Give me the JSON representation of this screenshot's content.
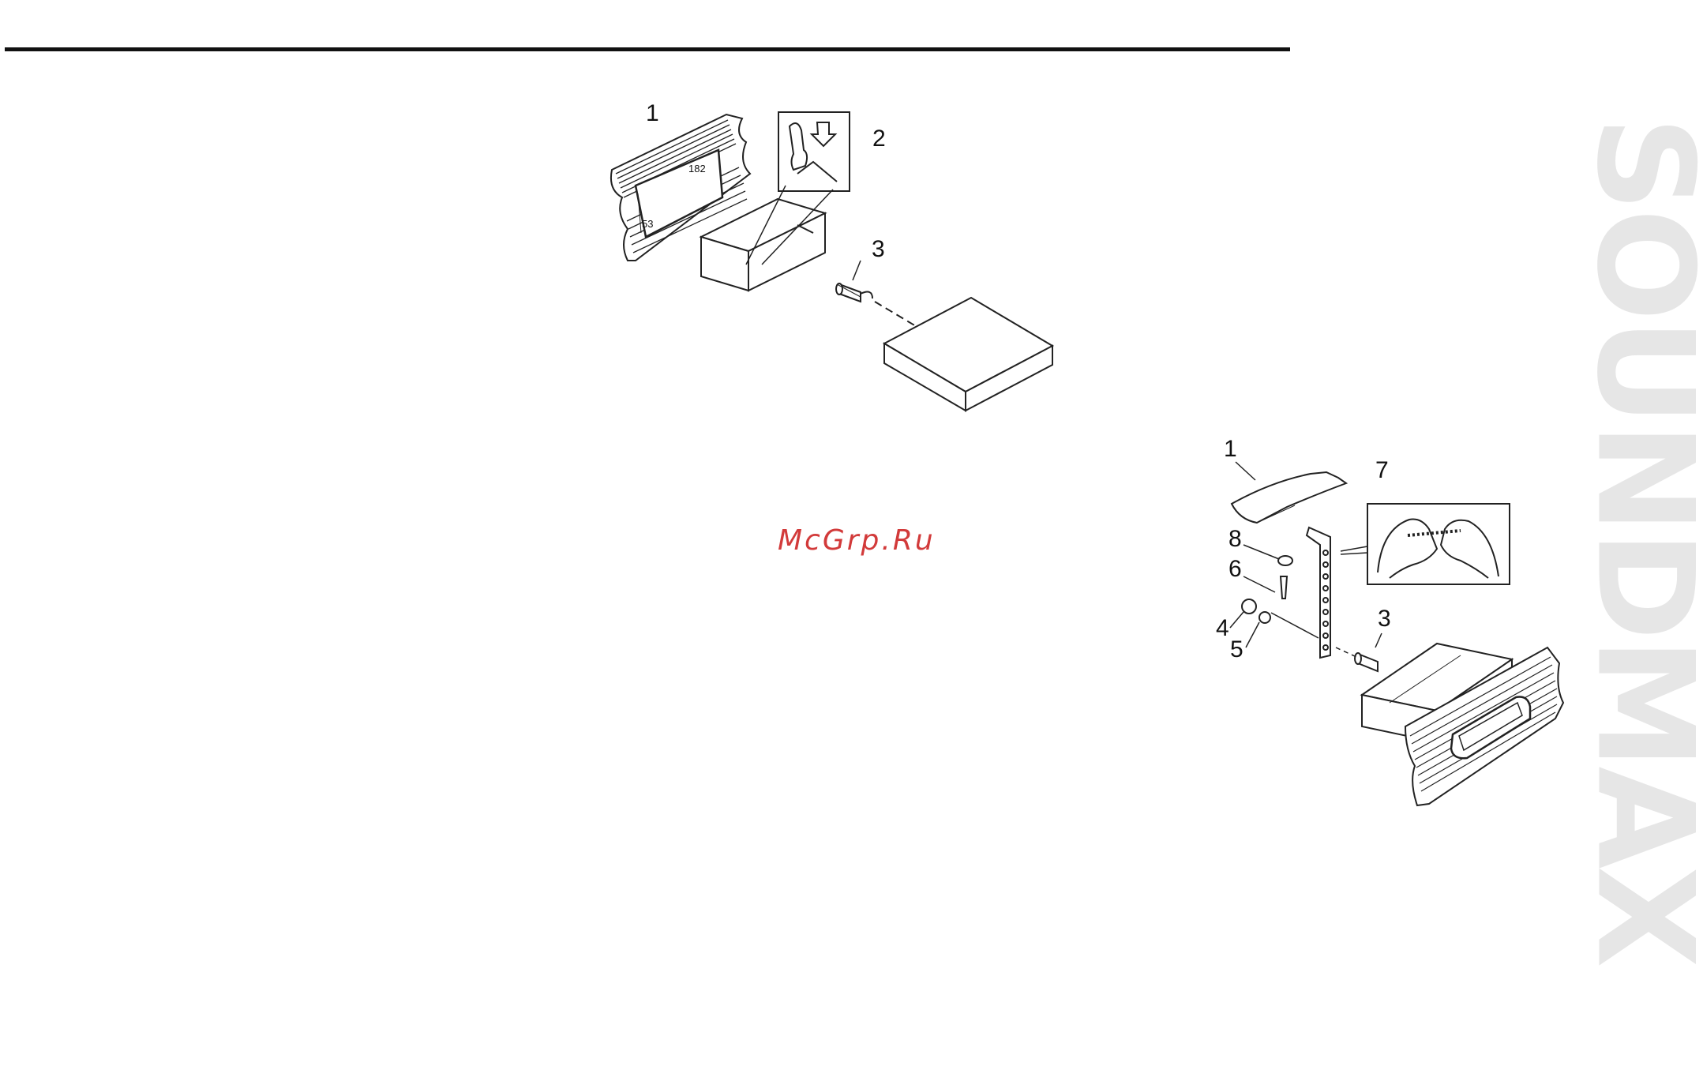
{
  "brand": {
    "name": "SOUNDMAX"
  },
  "watermark": {
    "text": "McGrp.Ru"
  },
  "figure_top": {
    "callouts": [
      "1",
      "2",
      "3"
    ],
    "dimensions": {
      "width": "182",
      "height": "53"
    }
  },
  "figure_bottom": {
    "callouts": [
      "1",
      "7",
      "8",
      "6",
      "4",
      "5",
      "3"
    ]
  }
}
